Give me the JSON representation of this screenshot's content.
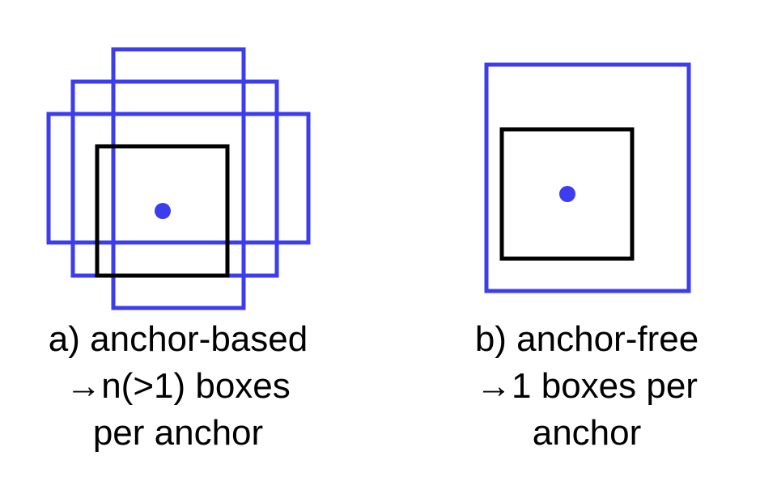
{
  "colors": {
    "anchor_box": "#3d3df0",
    "ground_truth_box": "#000000",
    "anchor_point": "#3d3df0"
  },
  "panels": [
    {
      "id": "anchor-based",
      "anchor_box_count": 3,
      "caption_lines": [
        "a) anchor-based",
        "→n(>1) boxes",
        "per anchor"
      ]
    },
    {
      "id": "anchor-free",
      "anchor_box_count": 1,
      "caption_lines": [
        "b) anchor-free",
        "→1 boxes per",
        "anchor"
      ]
    }
  ]
}
